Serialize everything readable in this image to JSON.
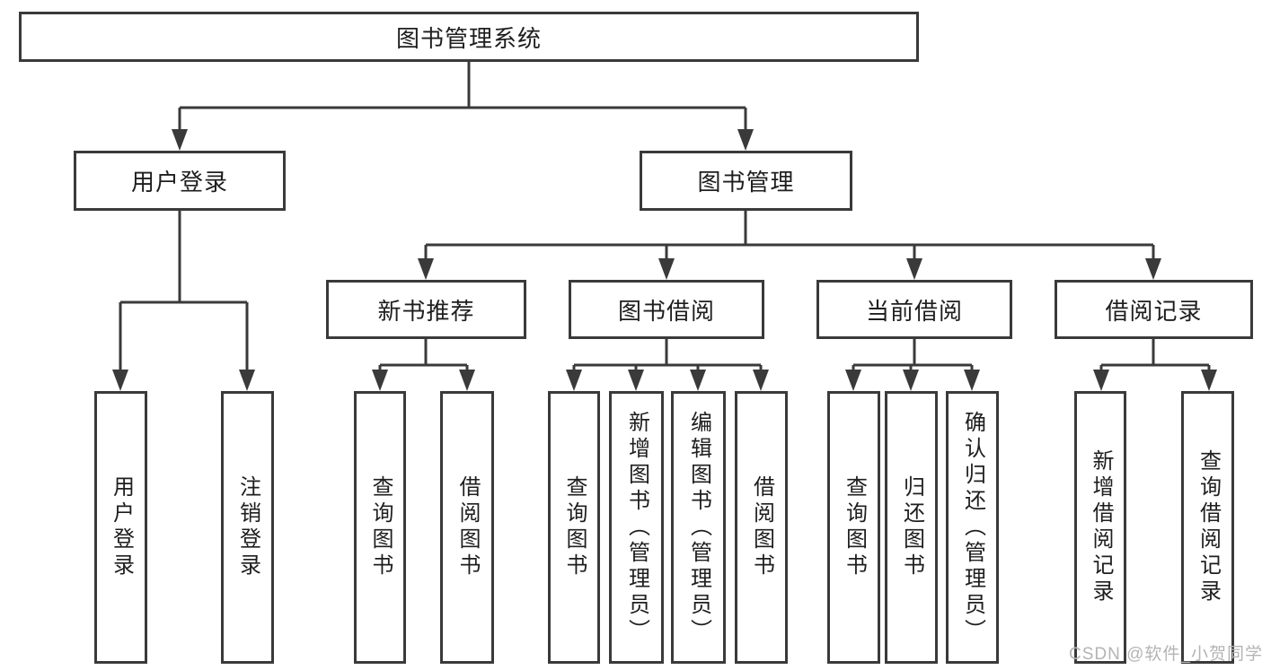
{
  "diagram": {
    "root": {
      "label": "图书管理系统"
    },
    "branches": [
      {
        "label": "用户登录",
        "children": [
          "用户登录",
          "注销登录"
        ]
      },
      {
        "label": "图书管理",
        "children": [
          {
            "label": "新书推荐",
            "children": [
              "查询图书",
              "借阅图书"
            ]
          },
          {
            "label": "图书借阅",
            "children": [
              "查询图书",
              "新增图书（管理员）",
              "编辑图书（管理员）",
              "借阅图书"
            ]
          },
          {
            "label": "当前借阅",
            "children": [
              "查询图书",
              "归还图书",
              "确认归还（管理员）"
            ]
          },
          {
            "label": "借阅记录",
            "children": [
              "新增借阅记录",
              "查询借阅记录"
            ]
          }
        ]
      }
    ]
  },
  "watermark": {
    "text": "CSDN @软件_小贺同学"
  },
  "colors": {
    "line": "#3a3a3a",
    "box_border": "#3a3a3a",
    "text": "#1e1e1e",
    "watermark": "#b4b4b4",
    "background": "#ffffff"
  }
}
